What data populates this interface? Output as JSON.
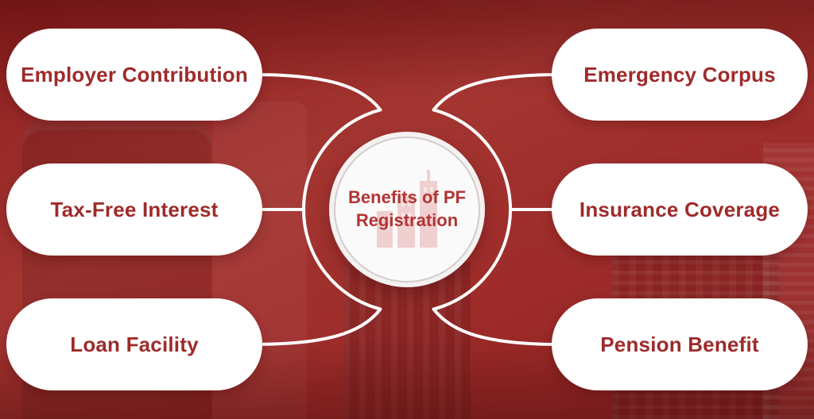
{
  "title": "Benefits of PF Registration",
  "center": {
    "line1": "Benefits of PF",
    "line2": "Registration",
    "icon": "city-buildings-icon"
  },
  "benefits": {
    "left": [
      {
        "label": "Employer Contribution"
      },
      {
        "label": "Tax-Free Interest"
      },
      {
        "label": "Loan Facility"
      }
    ],
    "right": [
      {
        "label": "Emergency Corpus"
      },
      {
        "label": "Insurance Coverage"
      },
      {
        "label": "Pension Benefit"
      }
    ]
  },
  "colors": {
    "background": "#9c2a28",
    "accent_text": "#9e2b2b",
    "pill_background": "#ffffff",
    "connector_line": "#ffffff",
    "center_title": "#b23434"
  }
}
